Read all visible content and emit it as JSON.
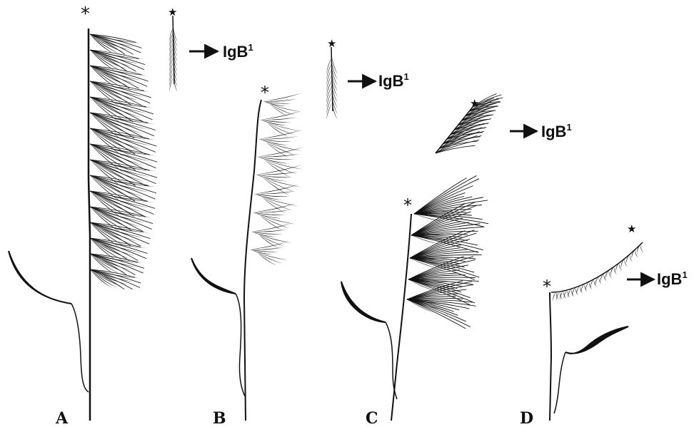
{
  "panels": [
    {
      "letter": "A"
    },
    {
      "letter": "B"
    },
    {
      "letter": "C"
    },
    {
      "letter": "D"
    }
  ],
  "arrow_label": {
    "main": "IgB",
    "superscript": "1"
  },
  "markers": {
    "inflorescence_apex": "*",
    "branch_apex": "★"
  },
  "colors": {
    "ink": "#111111",
    "background": "#ffffff"
  }
}
